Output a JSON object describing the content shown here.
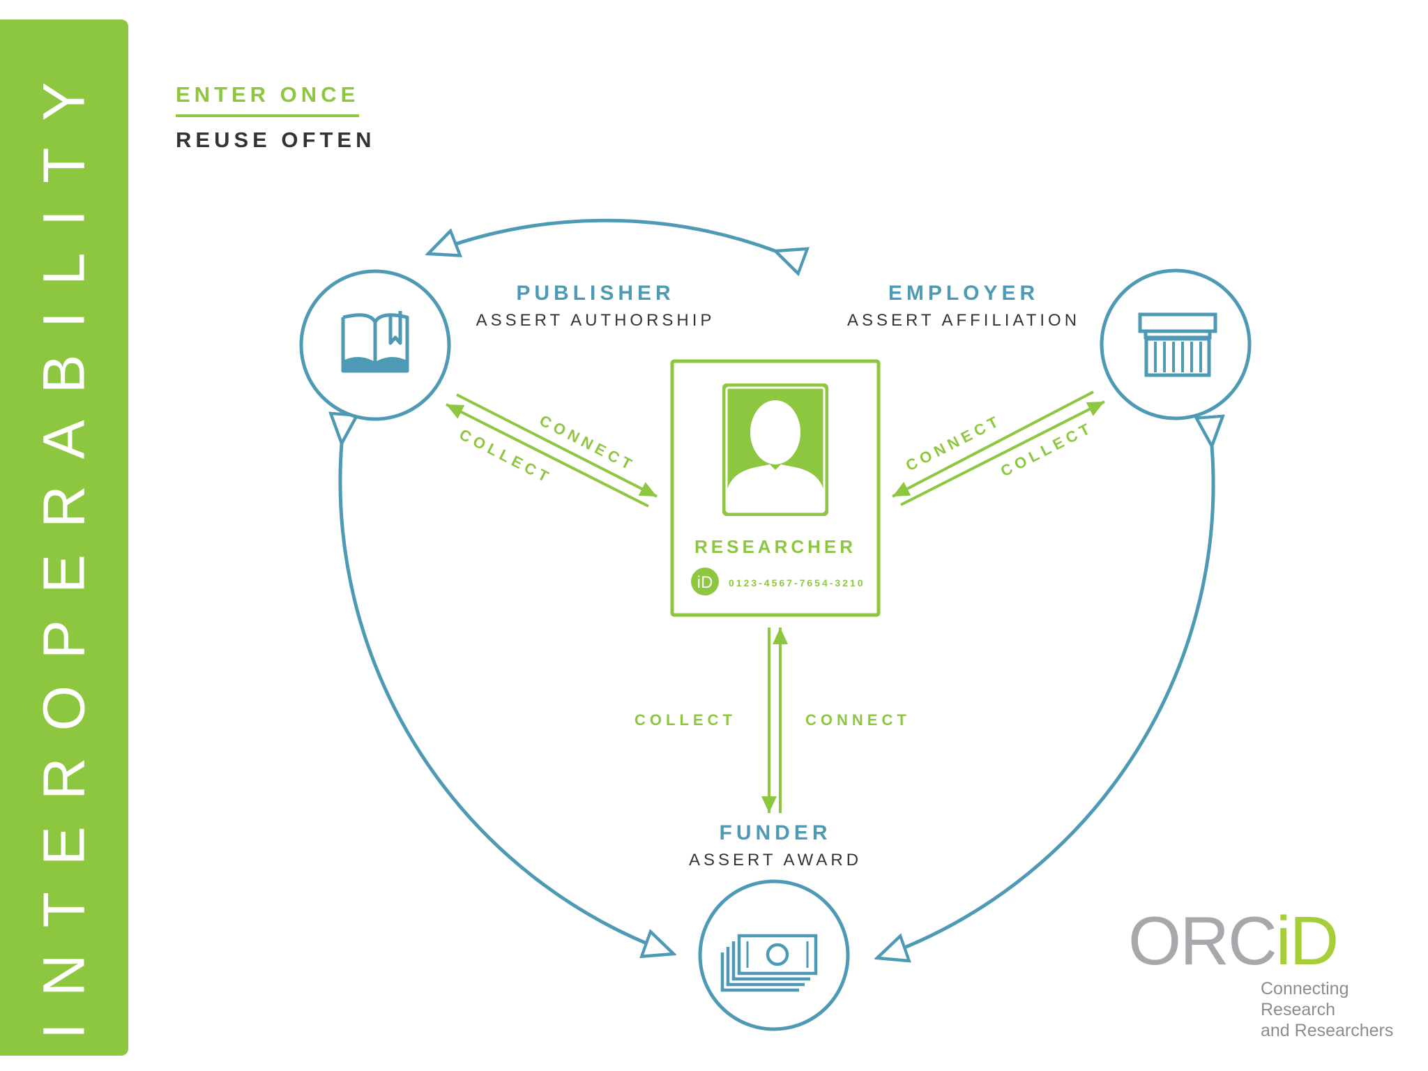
{
  "sidebar": {
    "title": "INTEROPERABILITY"
  },
  "tagline": {
    "primary": "ENTER ONCE",
    "secondary": "REUSE OFTEN"
  },
  "nodes": {
    "publisher": {
      "name": "PUBLISHER",
      "role": "ASSERT AUTHORSHIP",
      "icon": "open-book-icon"
    },
    "employer": {
      "name": "EMPLOYER",
      "role": "ASSERT AFFILIATION",
      "icon": "institution-building-icon"
    },
    "funder": {
      "name": "FUNDER",
      "role": "ASSERT AWARD",
      "icon": "money-stack-icon"
    },
    "researcher": {
      "name": "RESEARCHER",
      "orcid_id": "0123-4567-7654-3210",
      "badge": "iD"
    }
  },
  "links": {
    "connect": "CONNECT",
    "collect": "COLLECT"
  },
  "logo": {
    "orc": "ORC",
    "id": "iD",
    "tagline_line1": "Connecting Research",
    "tagline_line2": "and Researchers"
  },
  "colors": {
    "green": "#8dc63f",
    "blue": "#4e9ab5",
    "text_dark": "#333333",
    "logo_gray": "#a6a8ab",
    "logo_green": "#a6ce39"
  }
}
